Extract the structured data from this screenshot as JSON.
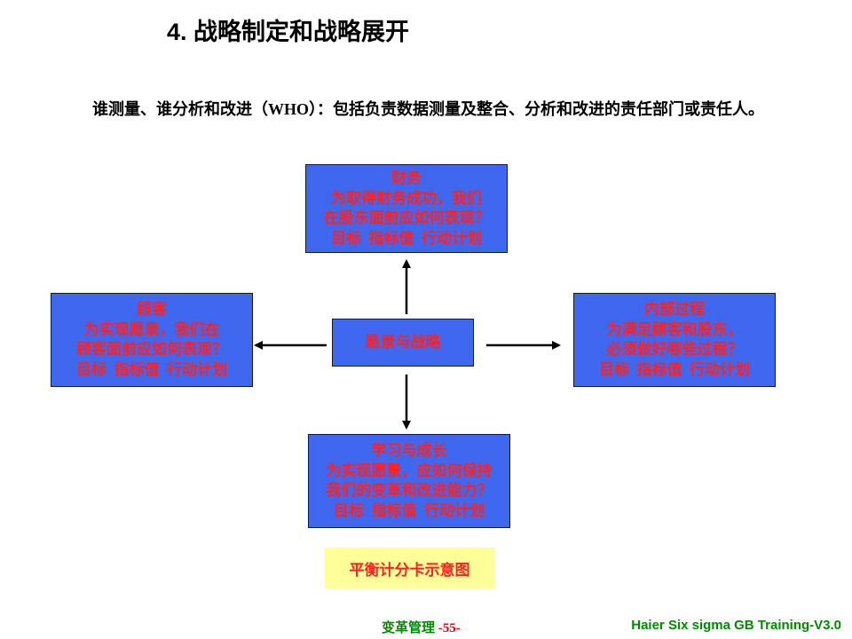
{
  "title": "4. 战略制定和战略展开",
  "intro": "谁测量、谁分析和改进（WHO）：包括负责数据测量及整合、分析和改进的责任部门或责任人。",
  "boxes": {
    "finance": {
      "title": "财务",
      "line1": "为取得财务成功，我们",
      "line2": "在股东面前应如何表现？",
      "line3": "目标  指标值  行动计划"
    },
    "customer": {
      "title": "顾客",
      "line1": "为实现愿景，我们在",
      "line2": "顾客面前应如何表现？",
      "line3": "目标  指标值  行动计划"
    },
    "center": {
      "title": "愿景与战略"
    },
    "internal": {
      "title": "内部过程",
      "line1": "为满足顾客和股东，",
      "line2": "必须做好哪些过程？",
      "line3": "目标  指标值  行动计划"
    },
    "learning": {
      "title": "学习与成长",
      "line1": "为实现愿景，应如何保持",
      "line2": "我们的变革和改进能力？",
      "line3": "目标  指标值  行动计划"
    }
  },
  "caption": "平衡计分卡示意图",
  "footer": {
    "center_label": "变革管理",
    "page_number": "-55-",
    "right_text": "Haier Six sigma GB Training-V3.0"
  },
  "colors": {
    "box_fill": "#3f68f0",
    "box_text": "#ff2020",
    "caption_fill": "#ffff99",
    "footer_green": "#008a00"
  }
}
